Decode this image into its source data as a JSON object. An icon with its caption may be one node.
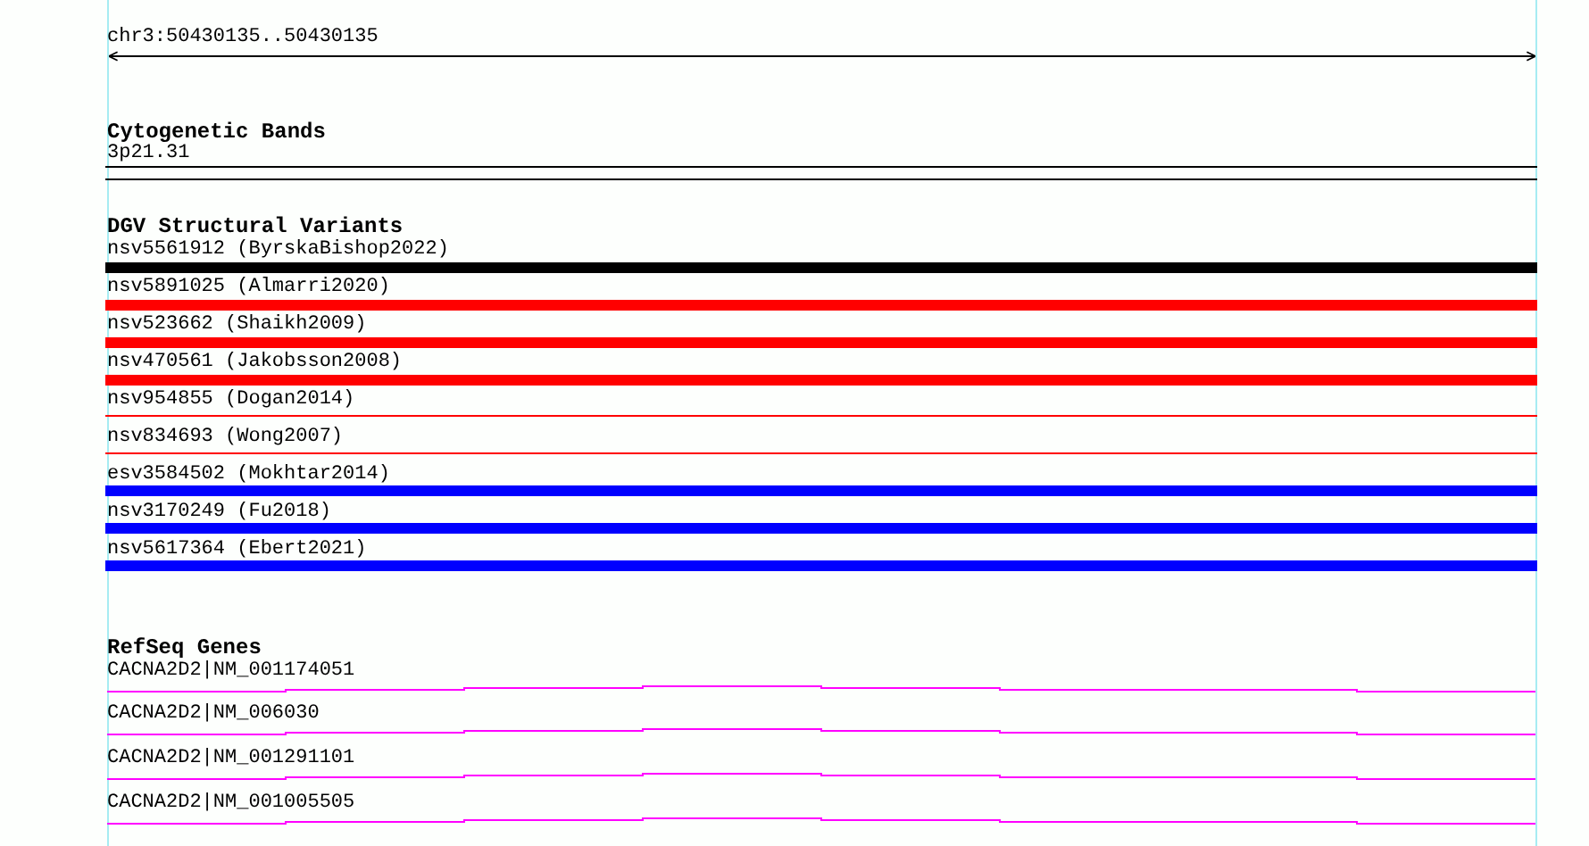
{
  "diagram": {
    "labels": [
      "chr3:50430135..50430135",
      "Cytogenetic Bands",
      "3p21.31",
      "DGV Structural Variants",
      "nsv5561912 (ByrskaBishop2022)",
      "nsv5891025 (Almarri2020)",
      "nsv523662 (Shaikh2009)",
      "nsv470561 (Jakobsson2008)",
      "nsv954855 (Dogan2014)",
      "nsv834693 (Wong2007)",
      "esv3584502 (Mokhtar2014)",
      "nsv3170249 (Fu2018)",
      "nsv5617364 (Ebert2021)",
      "RefSeq Genes",
      "CACNA2D2|NM_001174051",
      "CACNA2D2|NM_006030",
      "CACNA2D2|NM_001291101",
      "CACNA2D2|NM_001005505"
    ]
  }
}
